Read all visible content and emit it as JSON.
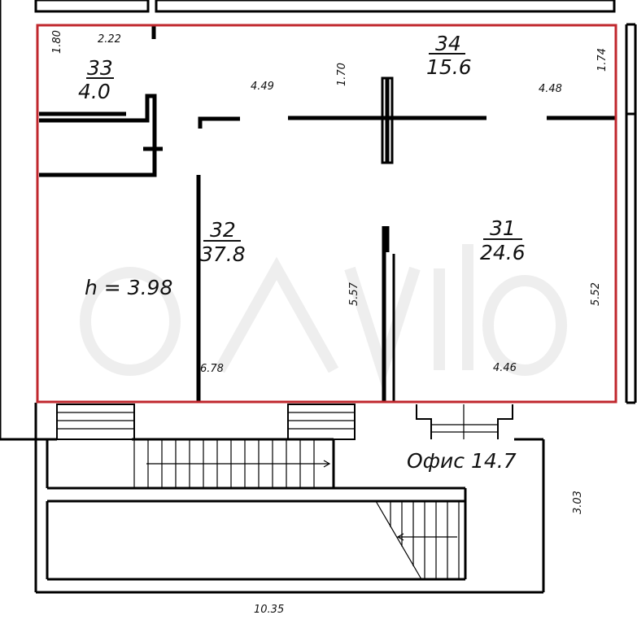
{
  "rooms": [
    {
      "number": "33",
      "area": "4.0"
    },
    {
      "number": "34",
      "area": "15.6"
    },
    {
      "number": "32",
      "area": "37.8"
    },
    {
      "number": "31",
      "area": "24.6"
    }
  ],
  "ceiling_height": "h = 3.98",
  "office_label": "Офис 14.7",
  "dimensions": {
    "d_1_80": "1.80",
    "d_2_22": "2.22",
    "d_4_49": "4.49",
    "d_1_70": "1.70",
    "d_4_48": "4.48",
    "d_1_74": "1.74",
    "d_5_57": "5.57",
    "d_5_52": "5.52",
    "d_6_78": "6.78",
    "d_4_46": "4.46",
    "d_3_03": "3.03",
    "d_10_35": "10.35"
  },
  "colors": {
    "wall": "#000000",
    "highlight": "#c0272d",
    "watermark": "#e6e6e6"
  }
}
